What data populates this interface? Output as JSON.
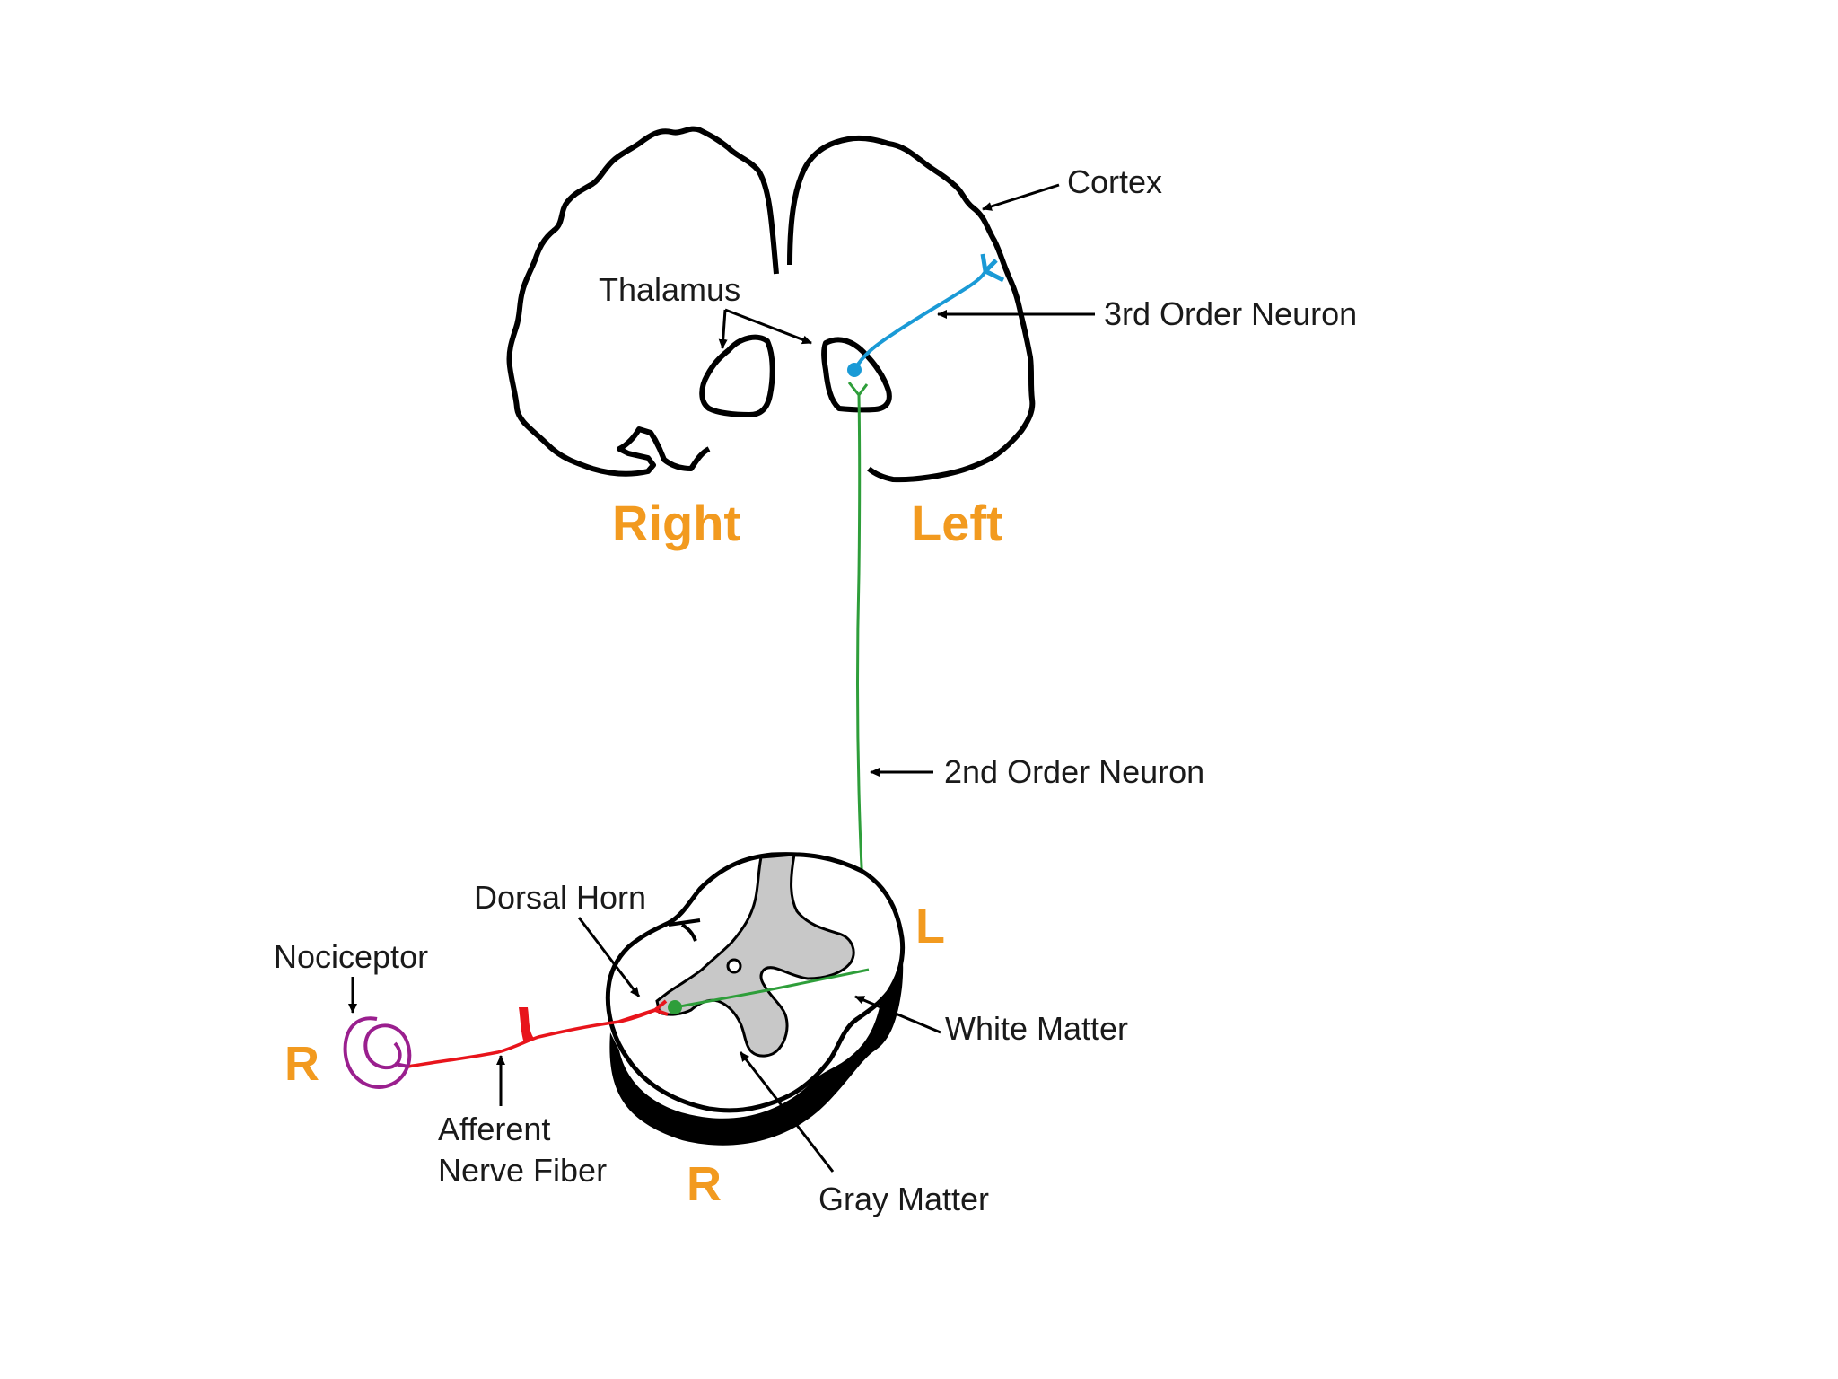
{
  "labels": {
    "cortex": "Cortex",
    "thalamus": "Thalamus",
    "third_order_neuron": "3rd Order Neuron",
    "second_order_neuron": "2nd Order Neuron",
    "dorsal_horn": "Dorsal Horn",
    "nociceptor": "Nociceptor",
    "afferent_line1": "Afferent",
    "afferent_line2": "Nerve Fiber",
    "white_matter": "White Matter",
    "gray_matter": "Gray Matter"
  },
  "sides": {
    "brain_right": "Right",
    "brain_left": "Left",
    "cord_left": "L",
    "cord_right": "R",
    "receptor_side": "R"
  },
  "colors": {
    "side_label": "#f29a1f",
    "third_order_neuron": "#1a9ad6",
    "second_order_neuron": "#2e9e3a",
    "afferent_fiber": "#e8141b",
    "nociceptor": "#9a1f8e",
    "gray_matter": "#c8c8c8"
  }
}
